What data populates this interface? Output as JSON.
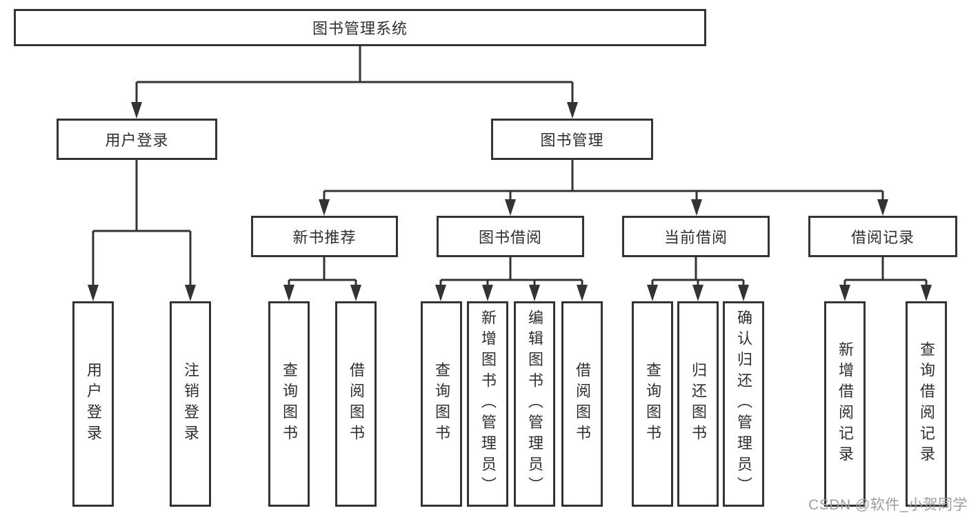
{
  "colors": {
    "line": "#333333",
    "text": "#2f2f2f",
    "box_background": "#ffffff",
    "watermark": "#9d9d9d"
  },
  "tree": {
    "root": "图书管理系统",
    "level2": [
      {
        "label": "用户登录",
        "leaves": [
          "用户登录",
          "注销登录"
        ]
      },
      {
        "label": "图书管理",
        "sections": [
          {
            "label": "新书推荐",
            "leaves": [
              "查询图书",
              "借阅图书"
            ]
          },
          {
            "label": "图书借阅",
            "leaves": [
              "查询图书",
              "新增图书（管理员）",
              "编辑图书（管理员）",
              "借阅图书"
            ]
          },
          {
            "label": "当前借阅",
            "leaves": [
              "查询图书",
              "归还图书",
              "确认归还（管理员）"
            ]
          },
          {
            "label": "借阅记录",
            "leaves": [
              "新增借阅记录",
              "查询借阅记录"
            ]
          }
        ]
      }
    ]
  },
  "watermark": {
    "text": "CSDN @软件_小贺同学"
  }
}
